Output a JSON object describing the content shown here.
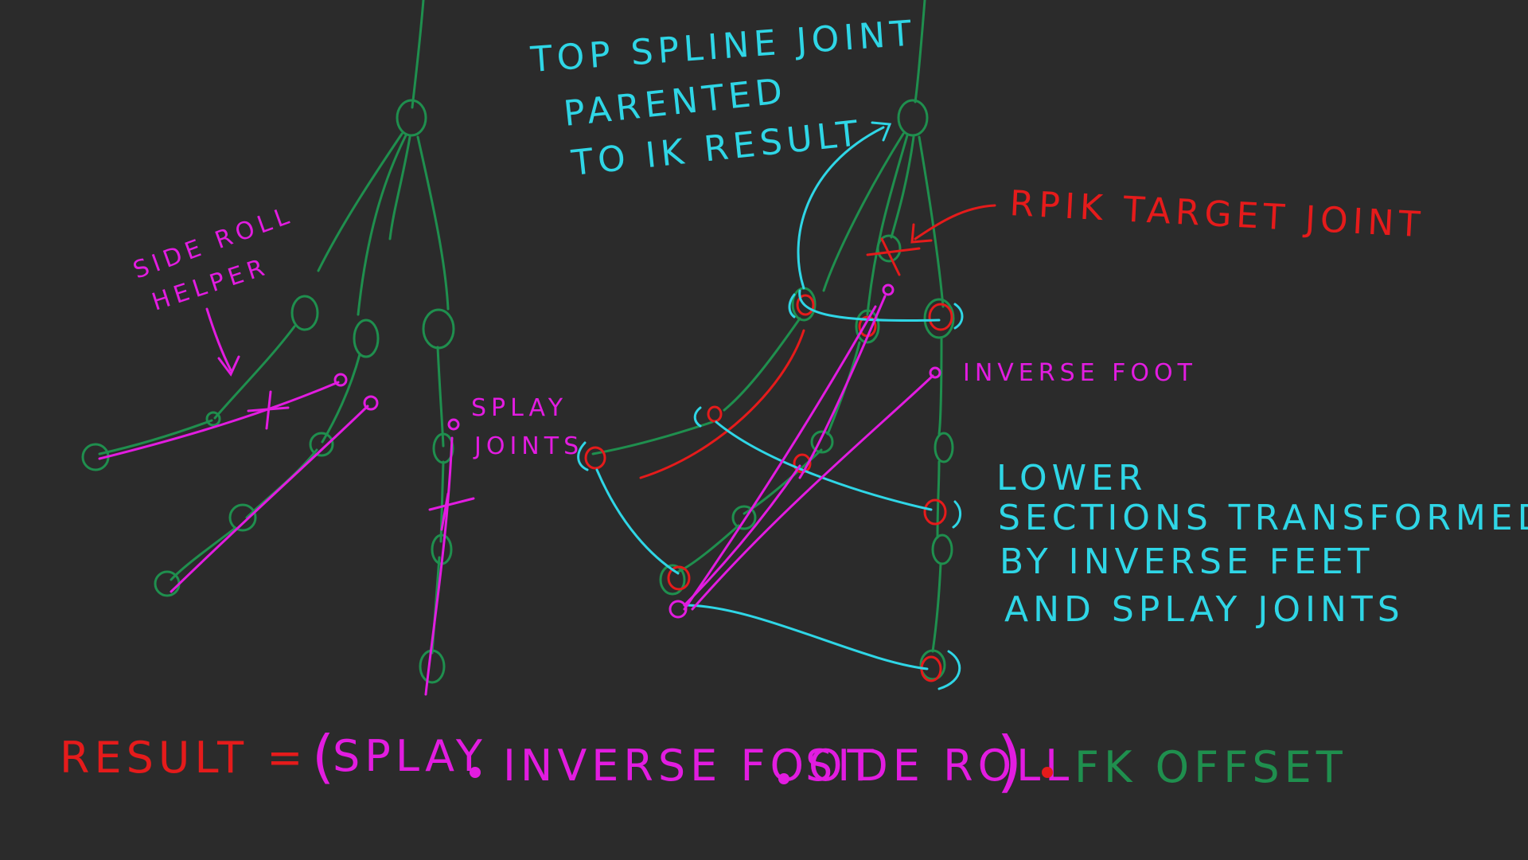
{
  "colors": {
    "background": "#2b2b2b",
    "joint_green": "#1f8f4e",
    "annotation_cyan": "#2fd6e6",
    "helper_magenta": "#e21ce0",
    "target_red": "#e51b1b"
  },
  "annotations": {
    "top_spline_line1": "TOP SPLINE JOINT",
    "top_spline_line2": "PARENTED",
    "top_spline_line3": "TO IK RESULT",
    "rpik_target": "RPIK TARGET JOINT",
    "side_roll_line1": "SIDE ROLL",
    "side_roll_line2": "HELPER",
    "splay_line1": "SPLAY",
    "splay_line2": "JOINTS",
    "inverse_foot": "INVERSE FOOT",
    "lower_line1": "LOWER",
    "lower_line2": "SECTIONS TRANSFORMED",
    "lower_line3": "BY INVERSE FEET",
    "lower_line4": "AND SPLAY JOINTS"
  },
  "formula": {
    "result": "RESULT =",
    "open_paren": "(",
    "splay": "SPLAY",
    "inverse_foot": "INVERSE FOOT",
    "side_roll": "SIDE ROLL",
    "close_paren": ")",
    "fk_offset": "FK OFFSET"
  }
}
